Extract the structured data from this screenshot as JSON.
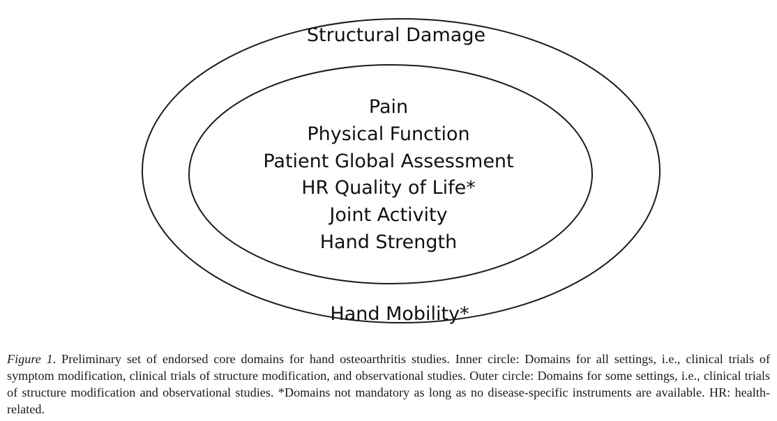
{
  "diagram": {
    "outer_circle": {
      "top_label": "Structural Damage",
      "bottom_label": "Hand Mobility*"
    },
    "inner_circle": {
      "items": [
        "Pain",
        "Physical Function",
        "Patient Global Assessment",
        "HR Quality of Life*",
        "Joint Activity",
        "Hand Strength"
      ]
    }
  },
  "caption": {
    "label": "Figure 1",
    "text": ". Preliminary set of endorsed core domains for hand osteoarthritis studies. Inner circle: Domains for all settings, i.e., clinical trials of symptom modification, clinical trials of structure modification, and observational studies. Outer circle: Domains for some settings, i.e., clinical trials of structure modification and observational studies. *Domains not mandatory as long as no disease-specific instruments are available. HR: health-related."
  }
}
